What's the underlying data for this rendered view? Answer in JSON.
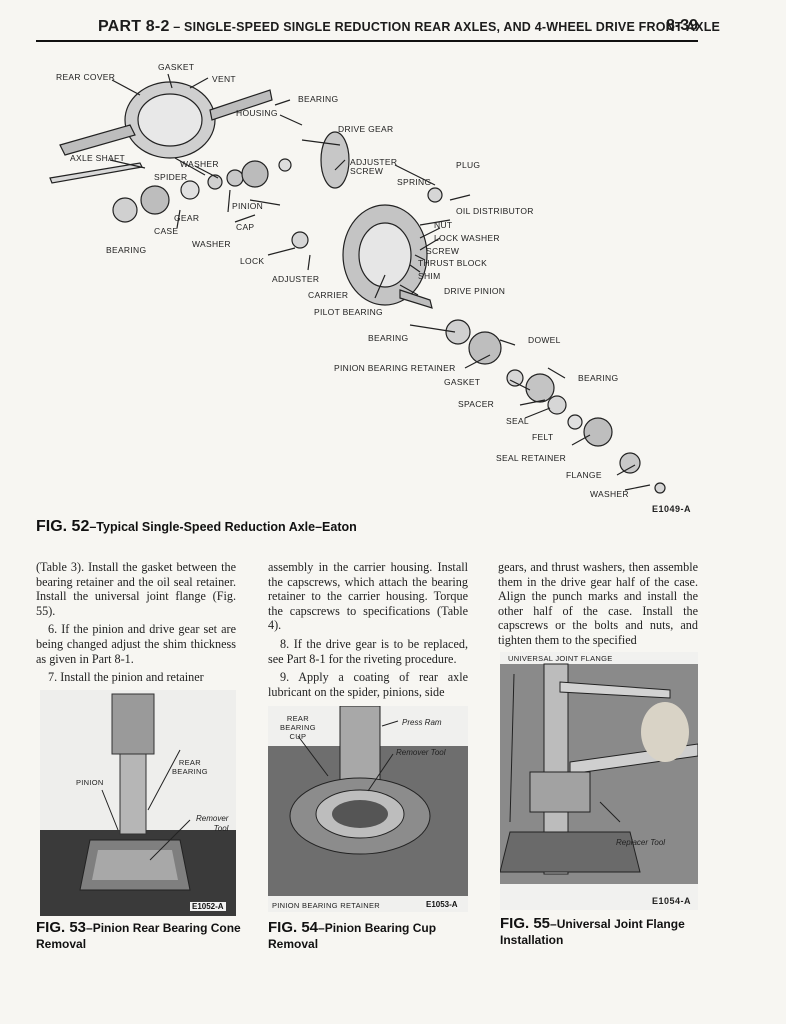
{
  "header": {
    "part": "PART 8-2",
    "title": " – SINGLE-SPEED SINGLE REDUCTION REAR AXLES, AND 4-WHEEL DRIVE FRONT AXLE",
    "page": "8-39"
  },
  "fig52": {
    "labels": {
      "rear_cover": "REAR COVER",
      "gasket": "GASKET",
      "vent": "VENT",
      "bearing_top": "BEARING",
      "housing": "HOUSING",
      "drive_gear": "DRIVE GEAR",
      "axle_shaft": "AXLE SHAFT",
      "washer": "WASHER",
      "spider": "SPIDER",
      "adjuster_screw": "ADJUSTER\nSCREW",
      "plug": "PLUG",
      "spring": "SPRING",
      "pinion": "PINION",
      "oil_distributor": "OIL DISTRIBUTOR",
      "gear": "GEAR",
      "case": "CASE",
      "cap": "CAP",
      "nut": "NUT",
      "lock_washer": "LOCK WASHER",
      "bearing_left": "BEARING",
      "washer_lower": "WASHER",
      "screw": "SCREW",
      "thrust_block": "THRUST BLOCK",
      "lock": "LOCK",
      "shim": "SHIM",
      "adjuster": "ADJUSTER",
      "drive_pinion": "DRIVE PINION",
      "carrier": "CARRIER",
      "pilot_bearing": "PILOT BEARING",
      "bearing_mid": "BEARING",
      "dowel": "DOWEL",
      "pinion_bearing_retainer": "PINION BEARING RETAINER",
      "gasket_lower": "GASKET",
      "bearing_right": "BEARING",
      "spacer": "SPACER",
      "seal": "SEAL",
      "felt": "FELT",
      "seal_retainer": "SEAL RETAINER",
      "flange": "FLANGE",
      "washer_bottom": "WASHER"
    },
    "code": "E1049-A",
    "caption_num": "FIG. 52",
    "caption_text": "–Typical Single-Speed Reduction Axle–Eaton"
  },
  "columns": {
    "col1": [
      "(Table 3). Install the gasket between the bearing retainer and the oil seal retainer. Install the universal joint flange (Fig. 55).",
      "6. If the pinion and drive gear set are being changed adjust the shim thickness as given in Part 8-1.",
      "7. Install the pinion and retainer"
    ],
    "col2": [
      "assembly in the carrier housing. Install the capscrews, which attach the bearing retainer to the carrier housing. Torque the capscrews to specifications (Table 4).",
      "8. If the drive gear is to be replaced, see Part 8-1 for the riveting procedure.",
      "9. Apply a coating of rear axle lubricant on the spider, pinions, side"
    ],
    "col3": [
      "gears, and thrust washers, then assemble them in the drive gear half of the case. Align the punch marks and install the other half of the case. Install the capscrews or the bolts and nuts, and tighten them to the specified"
    ]
  },
  "fig53": {
    "rear_bearing": "REAR\nBEARING",
    "pinion": "PINION",
    "tool": "Remover\nTool",
    "code": "E1052-A",
    "caption_num": "FIG. 53",
    "caption_text": "–Pinion Rear Bearing Cone Removal"
  },
  "fig54": {
    "rear_bearing_cup": "REAR\nBEARING\nCUP",
    "press_ram": "Press Ram",
    "remover_tool": "Remover Tool",
    "retainer": "PINION BEARING RETAINER",
    "code": "E1053-A",
    "caption_num": "FIG. 54",
    "caption_text": "–Pinion Bearing Cup Removal"
  },
  "fig55": {
    "flange": "UNIVERSAL JOINT FLANGE",
    "tool": "Replacer Tool",
    "code": "E1054-A",
    "caption_num": "FIG. 55",
    "caption_text": "–Universal Joint Flange Installation"
  }
}
